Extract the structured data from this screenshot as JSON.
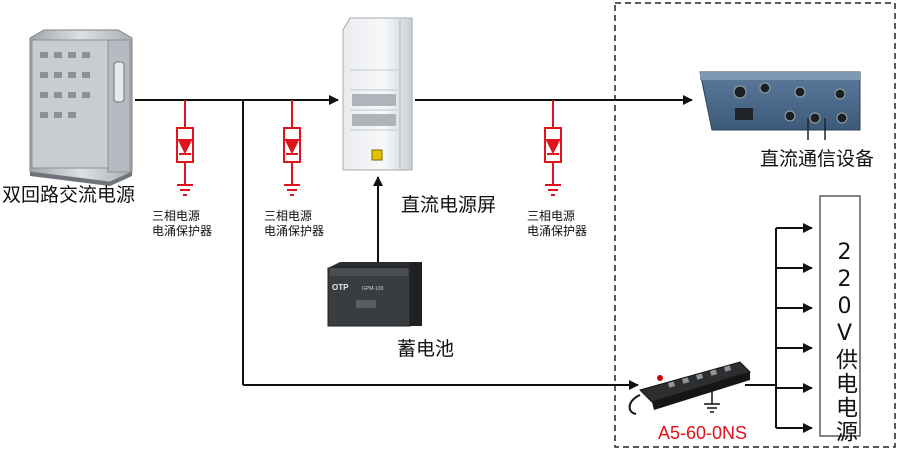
{
  "labels": {
    "ac_source": "双回路交流电源",
    "dc_screen": "直流电源屏",
    "dc_equipment": "直流通信设备",
    "battery": "蓄电池",
    "spd1": [
      "三相电源",
      "电涌保护器"
    ],
    "spd2": [
      "三相电源",
      "电涌保护器"
    ],
    "spd3": [
      "三相电源",
      "电涌保护器"
    ],
    "ac_supply": "220V供电电源",
    "pdu_model": "A5-60-0NS"
  },
  "colors": {
    "line": "#111111",
    "spd_red": "#e0121b",
    "dashed_border": "#222222"
  },
  "icons": [
    "ac-cabinet-icon",
    "dc-rack-icon",
    "dc-equipment-icon",
    "battery-icon",
    "pdu-icon",
    "surge-protector-icon",
    "ground-icon"
  ]
}
